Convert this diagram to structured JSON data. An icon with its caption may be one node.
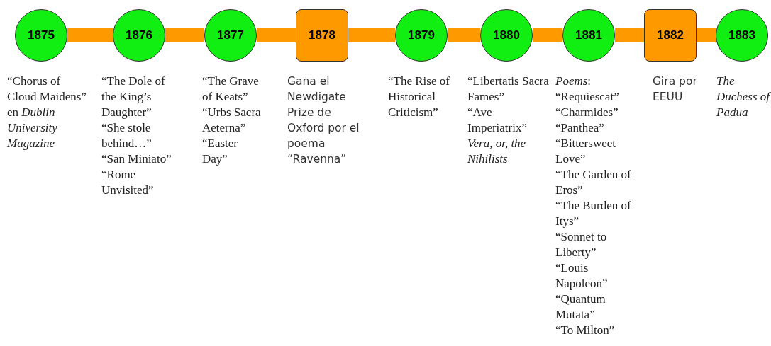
{
  "diagram": {
    "nodes": [
      {
        "text": [
          "1875"
        ],
        "beside": [
          "“Chorus of Cloud Maidens” en *Dublin University Magazine*"
        ]
      },
      {
        "text": [
          "1876"
        ],
        "beside": [
          "“The Dole of the King’s Daughter”",
          "“She stole behind…”",
          "“San Miniato”",
          "“Rome Unvisited”"
        ]
      },
      {
        "text": [
          "1877"
        ],
        "beside": [
          "“The Grave of Keats”",
          "“Urbs Sacra Aeterna”",
          "“Easter Day”"
        ]
      },
      {
        "text": [
          "1878"
        ],
        "beside": [
          "Gana el Newdigate Prize de Oxford por el poema “Ravenna”"
        ]
      },
      {
        "text": [
          "1879"
        ],
        "beside": [
          "“The Rise of Historical Criticism”"
        ]
      },
      {
        "text": [
          "1880"
        ],
        "beside": [
          "“Libertatis Sacra Fames”",
          "“Ave Imperiatrix”",
          "*Vera, or, the Nihilists*"
        ]
      },
      {
        "text": [
          "1881"
        ],
        "beside": [
          "*Poems*:",
          "“Requiescat”",
          "“Charmides”",
          "“Panthea”",
          "“Bittersweet Love”",
          "“The Garden of Eros”",
          "“The Burden of Itys”",
          "“Sonnet to Liberty”",
          "“Louis Napoleon”",
          "“Quantum Mutata”",
          "“To Milton”"
        ]
      },
      {
        "text": [
          "1882"
        ],
        "beside": [
          "Gira por EEUU"
        ]
      },
      {
        "text": [
          "1883"
        ],
        "beside": [
          "*The Duchess of Padua*"
        ]
      }
    ],
    "edges": [
      {
        "from": 0,
        "to": 1,
        "arrow": "none"
      },
      {
        "from": 1,
        "to": 2,
        "arrow": "none"
      },
      {
        "from": 2,
        "to": 3,
        "arrow": "none"
      },
      {
        "from": 3,
        "to": 4,
        "arrow": "none"
      },
      {
        "from": 4,
        "to": 5,
        "arrow": "none"
      },
      {
        "from": 5,
        "to": 6,
        "arrow": "none"
      },
      {
        "from": 6,
        "to": 7,
        "arrow": "none"
      },
      {
        "from": 7,
        "to": 8,
        "arrow": "none"
      }
    ]
  }
}
